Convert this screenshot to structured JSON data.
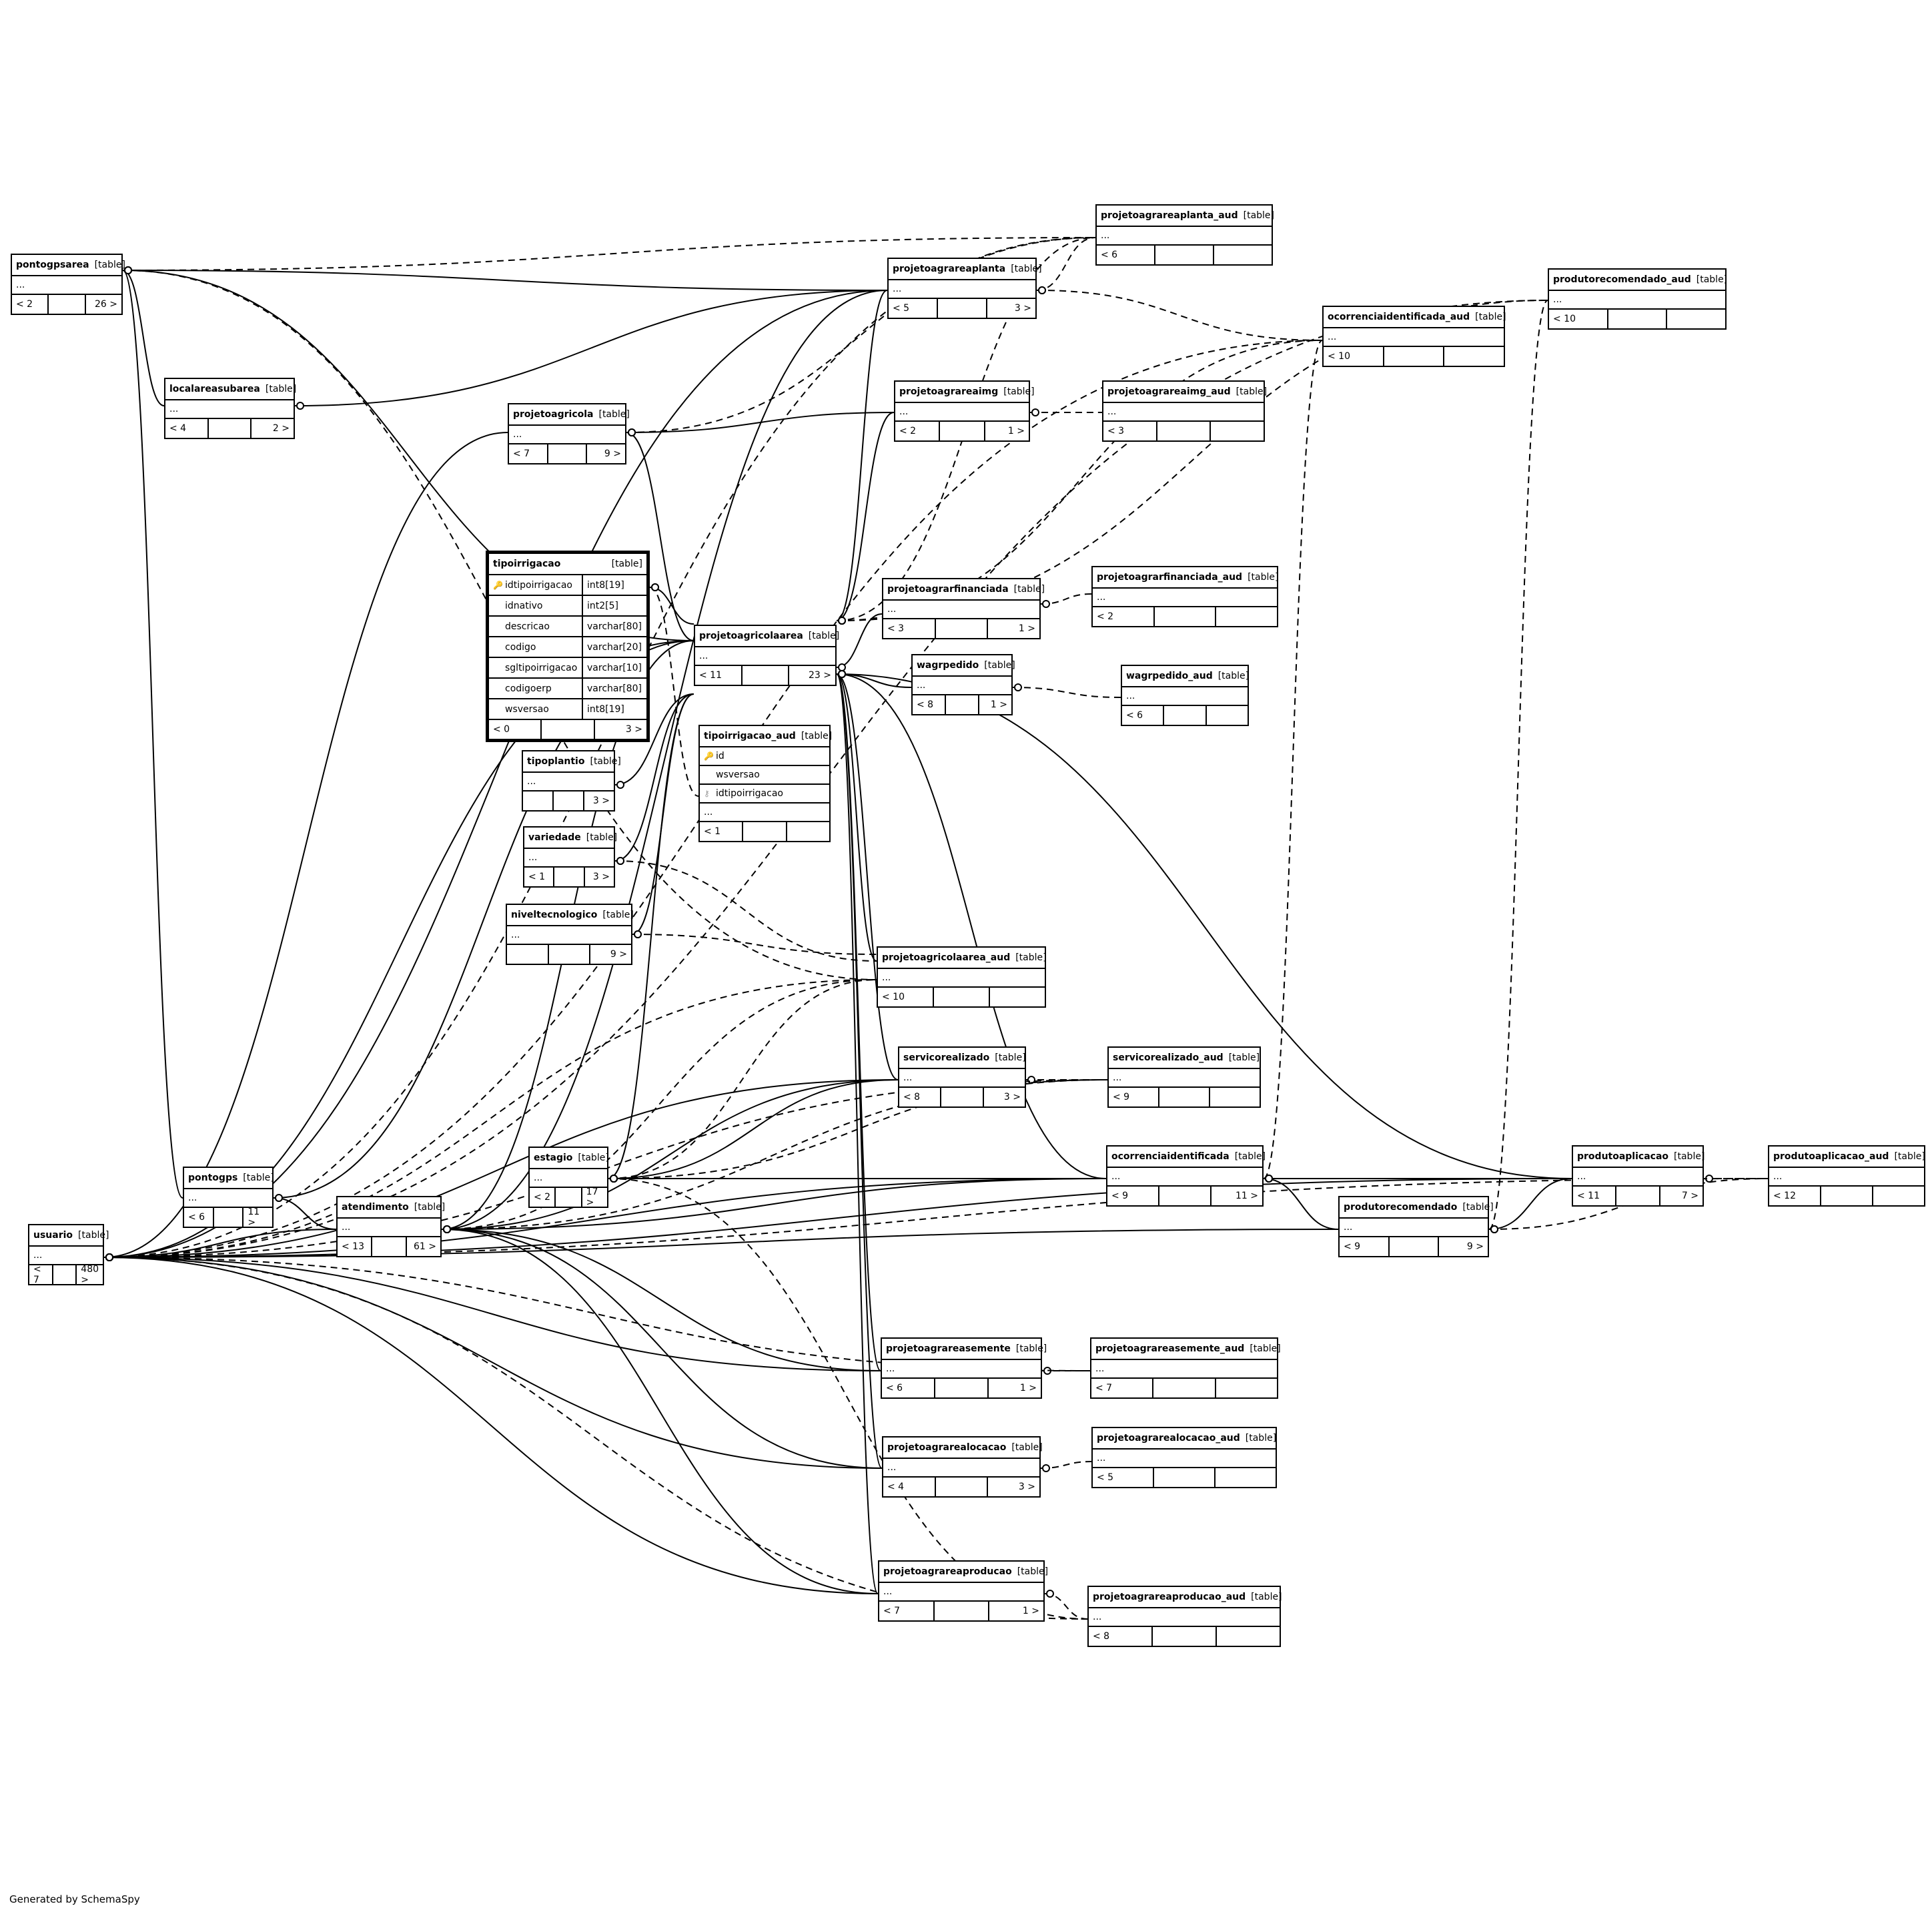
{
  "footer": "Generated by SchemaSpy",
  "tables": {
    "pontogpsarea": {
      "name": "pontogpsarea",
      "tag": "[table]",
      "cols": "...",
      "left": "< 2",
      "mid": "",
      "right": "26 >"
    },
    "localareasubarea": {
      "name": "localareasubarea",
      "tag": "[table]",
      "cols": "...",
      "left": "< 4",
      "mid": "",
      "right": "2 >"
    },
    "projetoagricola": {
      "name": "projetoagricola",
      "tag": "[table]",
      "cols": "...",
      "left": "< 7",
      "mid": "",
      "right": "9 >"
    },
    "tipoirrigacao": {
      "name": "tipoirrigacao",
      "tag": "[table]",
      "rows": [
        {
          "col": "idtipoirrigacao",
          "type": "int8[19]",
          "key": "🔑"
        },
        {
          "col": "idnativo",
          "type": "int2[5]",
          "key": ""
        },
        {
          "col": "descricao",
          "type": "varchar[80]",
          "key": ""
        },
        {
          "col": "codigo",
          "type": "varchar[20]",
          "key": ""
        },
        {
          "col": "sgltipoirrigacao",
          "type": "varchar[10]",
          "key": ""
        },
        {
          "col": "codigoerp",
          "type": "varchar[80]",
          "key": ""
        },
        {
          "col": "wsversao",
          "type": "int8[19]",
          "key": ""
        }
      ],
      "left": "< 0",
      "mid": "",
      "right": "3 >"
    },
    "tipoplantio": {
      "name": "tipoplantio",
      "tag": "[table]",
      "cols": "...",
      "left": "",
      "mid": "",
      "right": "3 >"
    },
    "variedade": {
      "name": "variedade",
      "tag": "[table]",
      "cols": "...",
      "left": "< 1",
      "mid": "",
      "right": "3 >"
    },
    "niveltecnologico": {
      "name": "niveltecnologico",
      "tag": "[table]",
      "cols": "...",
      "left": "",
      "mid": "",
      "right": "9 >"
    },
    "projetoagricolaarea": {
      "name": "projetoagricolaarea",
      "tag": "[table]",
      "cols": "...",
      "left": "< 11",
      "mid": "",
      "right": "23 >"
    },
    "tipoirrigacao_aud": {
      "name": "tipoirrigacao_aud",
      "tag": "[table]",
      "rows": [
        {
          "col": "id",
          "key": "🔑"
        },
        {
          "col": "wsversao",
          "key": ""
        },
        {
          "col": "idtipoirrigacao",
          "key": "⚷"
        }
      ],
      "cols": "...",
      "left": "< 1",
      "mid": "",
      "right": ""
    },
    "projetoagrareaplanta": {
      "name": "projetoagrareaplanta",
      "tag": "[table]",
      "cols": "...",
      "left": "< 5",
      "mid": "",
      "right": "3 >"
    },
    "projetoagrareaplanta_aud": {
      "name": "projetoagrareaplanta_aud",
      "tag": "[table]",
      "cols": "...",
      "left": "< 6",
      "mid": "",
      "right": ""
    },
    "projetoagrareaimg": {
      "name": "projetoagrareaimg",
      "tag": "[table]",
      "cols": "...",
      "left": "< 2",
      "mid": "",
      "right": "1 >"
    },
    "projetoagrareaimg_aud": {
      "name": "projetoagrareaimg_aud",
      "tag": "[table]",
      "cols": "...",
      "left": "< 3",
      "mid": "",
      "right": ""
    },
    "ocorrenciaidentificada_aud": {
      "name": "ocorrenciaidentificada_aud",
      "tag": "[table]",
      "cols": "...",
      "left": "< 10",
      "mid": "",
      "right": ""
    },
    "produtorecomendado_aud": {
      "name": "produtorecomendado_aud",
      "tag": "[table]",
      "cols": "...",
      "left": "< 10",
      "mid": "",
      "right": ""
    },
    "projetoagrarfinanciada": {
      "name": "projetoagrarfinanciada",
      "tag": "[table]",
      "cols": "...",
      "left": "< 3",
      "mid": "",
      "right": "1 >"
    },
    "projetoagrarfinanciada_aud": {
      "name": "projetoagrarfinanciada_aud",
      "tag": "[table]",
      "cols": "...",
      "left": "< 2",
      "mid": "",
      "right": ""
    },
    "wagrpedido": {
      "name": "wagrpedido",
      "tag": "[table]",
      "cols": "...",
      "left": "< 8",
      "mid": "",
      "right": "1 >"
    },
    "wagrpedido_aud": {
      "name": "wagrpedido_aud",
      "tag": "[table]",
      "cols": "...",
      "left": "< 6",
      "mid": "",
      "right": ""
    },
    "projetoagricolaarea_aud": {
      "name": "projetoagricolaarea_aud",
      "tag": "[table]",
      "cols": "...",
      "left": "< 10",
      "mid": "",
      "right": ""
    },
    "servicorealizado": {
      "name": "servicorealizado",
      "tag": "[table]",
      "cols": "...",
      "left": "< 8",
      "mid": "",
      "right": "3 >"
    },
    "servicorealizado_aud": {
      "name": "servicorealizado_aud",
      "tag": "[table]",
      "cols": "...",
      "left": "< 9",
      "mid": "",
      "right": ""
    },
    "pontogps": {
      "name": "pontogps",
      "tag": "[table]",
      "cols": "...",
      "left": "< 6",
      "mid": "",
      "right": "11 >"
    },
    "estagio": {
      "name": "estagio",
      "tag": "[table]",
      "cols": "...",
      "left": "< 2",
      "mid": "",
      "right": "17 >"
    },
    "usuario": {
      "name": "usuario",
      "tag": "[table]",
      "cols": "...",
      "left": "< 7",
      "mid": "",
      "right": "480 >"
    },
    "atendimento": {
      "name": "atendimento",
      "tag": "[table]",
      "cols": "...",
      "left": "< 13",
      "mid": "",
      "right": "61 >"
    },
    "ocorrenciaidentificada": {
      "name": "ocorrenciaidentificada",
      "tag": "[table]",
      "cols": "...",
      "left": "< 9",
      "mid": "",
      "right": "11 >"
    },
    "produtorecomendado": {
      "name": "produtorecomendado",
      "tag": "[table]",
      "cols": "...",
      "left": "< 9",
      "mid": "",
      "right": "9 >"
    },
    "produtoaplicacao": {
      "name": "produtoaplicacao",
      "tag": "[table]",
      "cols": "...",
      "left": "< 11",
      "mid": "",
      "right": "7 >"
    },
    "produtoaplicacao_aud": {
      "name": "produtoaplicacao_aud",
      "tag": "[table]",
      "cols": "...",
      "left": "< 12",
      "mid": "",
      "right": ""
    },
    "projetoagrareasemente": {
      "name": "projetoagrareasemente",
      "tag": "[table]",
      "cols": "...",
      "left": "< 6",
      "mid": "",
      "right": "1 >"
    },
    "projetoagrareasemente_aud": {
      "name": "projetoagrareasemente_aud",
      "tag": "[table]",
      "cols": "...",
      "left": "< 7",
      "mid": "",
      "right": ""
    },
    "projetoagrarealocacao": {
      "name": "projetoagrarealocacao",
      "tag": "[table]",
      "cols": "...",
      "left": "< 4",
      "mid": "",
      "right": "3 >"
    },
    "projetoagrarealocacao_aud": {
      "name": "projetoagrarealocacao_aud",
      "tag": "[table]",
      "cols": "...",
      "left": "< 5",
      "mid": "",
      "right": ""
    },
    "projetoagrareaproducao": {
      "name": "projetoagrareaproducao",
      "tag": "[table]",
      "cols": "...",
      "left": "< 7",
      "mid": "",
      "right": "1 >"
    },
    "projetoagrareaproducao_aud": {
      "name": "projetoagrareaproducao_aud",
      "tag": "[table]",
      "cols": "...",
      "left": "< 8",
      "mid": "",
      "right": ""
    }
  }
}
